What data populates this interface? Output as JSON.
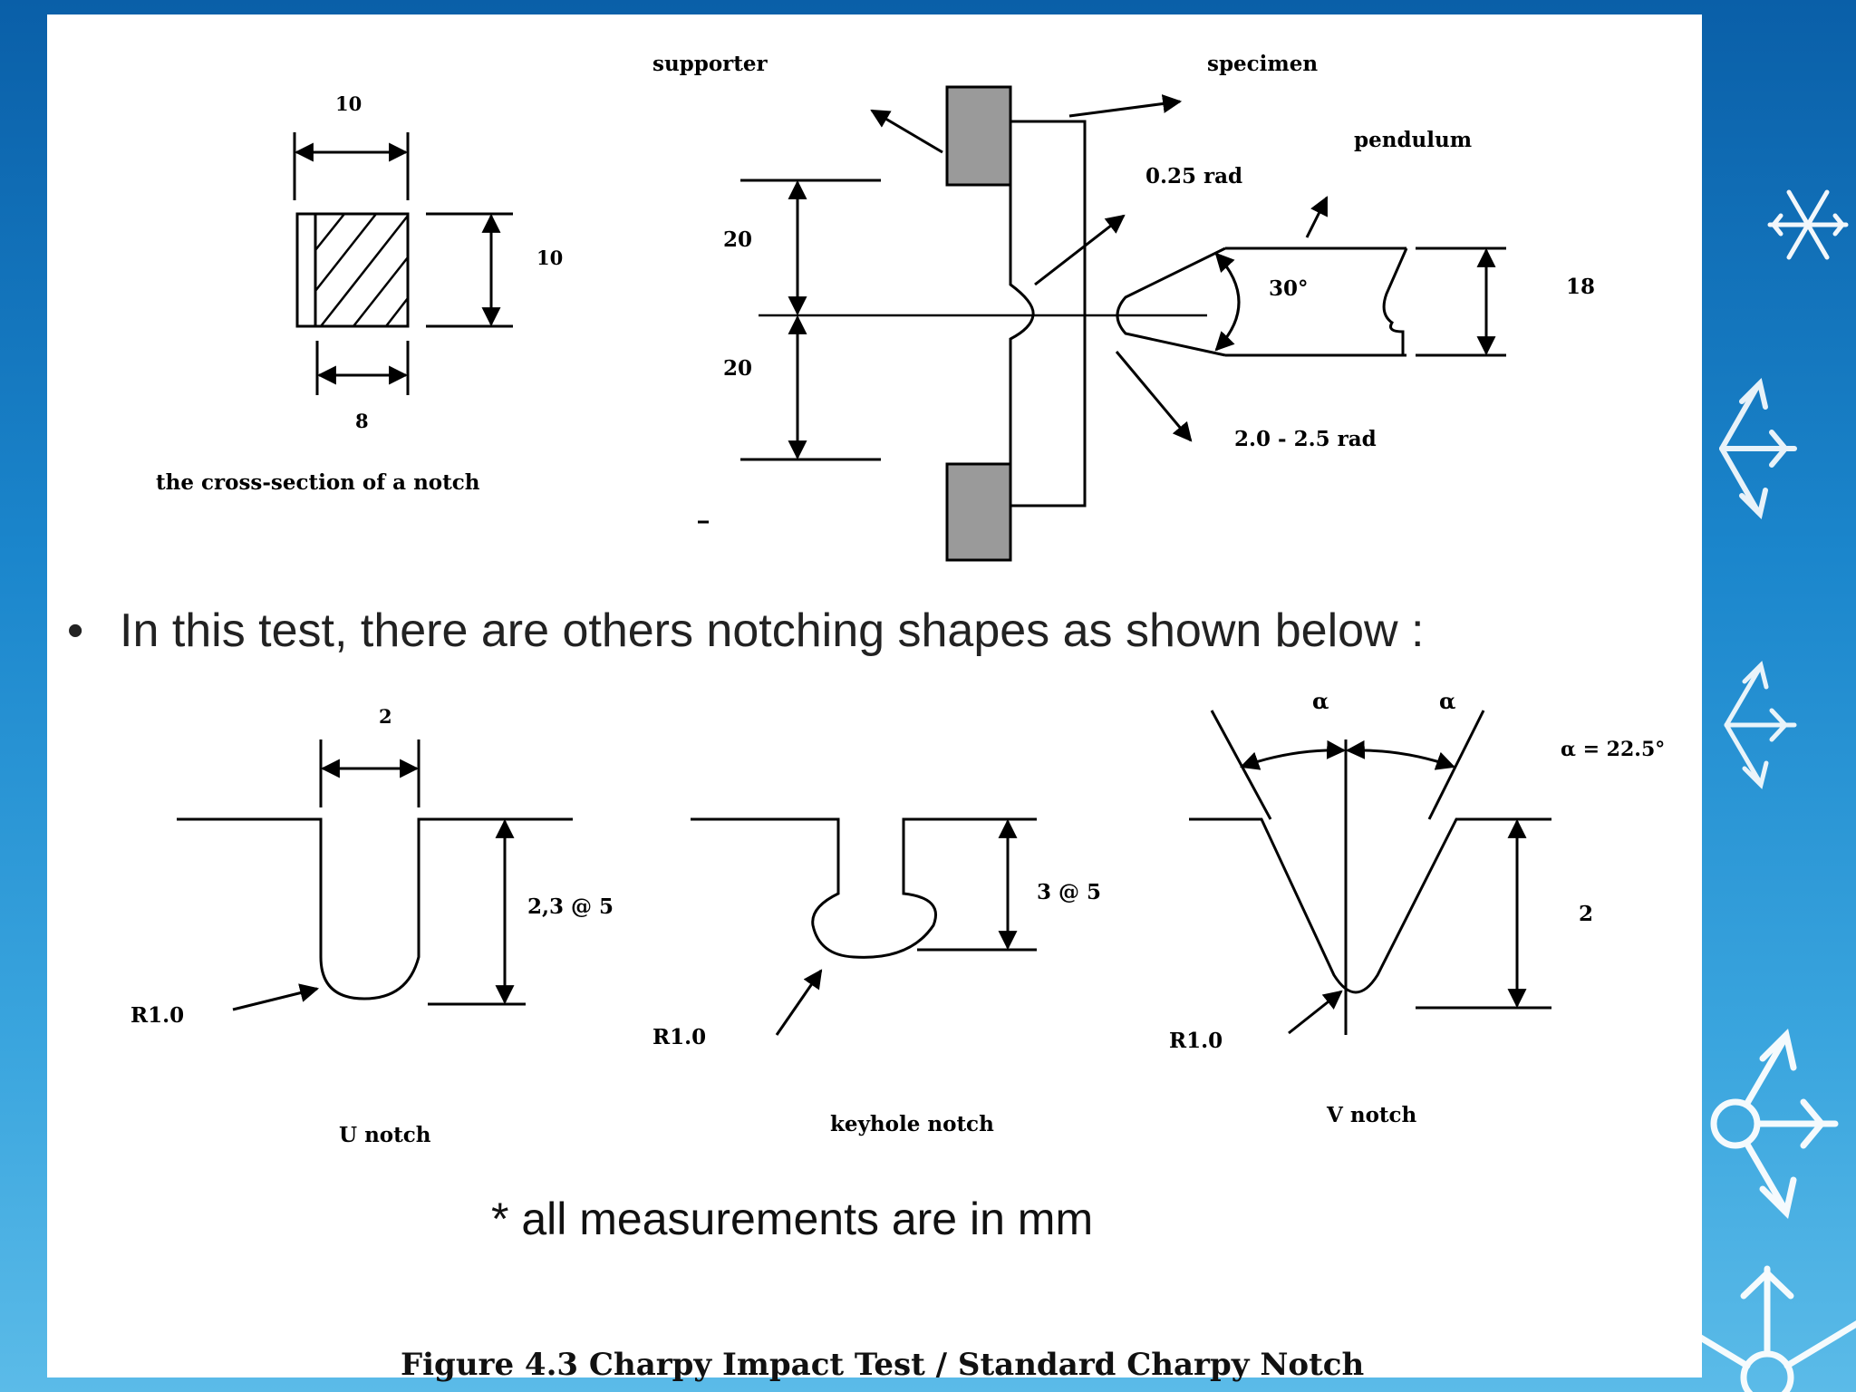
{
  "top_diagram": {
    "cross_section": {
      "dim_top": "10",
      "dim_side": "10",
      "dim_bottom": "8",
      "caption": "the cross-section of a notch"
    },
    "setup": {
      "supporter": "supporter",
      "specimen": "specimen",
      "pendulum": "pendulum",
      "notch_radius": "0.25 rad",
      "angle": "30°",
      "height": "18",
      "upper_span": "20",
      "lower_span": "20",
      "tip_radius": "2.0 - 2.5 rad"
    }
  },
  "bullet_text": "In this test, there are others notching shapes as shown below :",
  "notches": {
    "u": {
      "width": "2",
      "depth": "2,3 @ 5",
      "radius": "R1.0",
      "caption": "U notch"
    },
    "keyhole": {
      "depth": "3 @ 5",
      "radius": "R1.0",
      "caption": "keyhole notch"
    },
    "v": {
      "alpha_left": "α",
      "alpha_right": "α",
      "alpha_value": "α = 22.5°",
      "depth": "2",
      "radius": "R1.0",
      "caption": "V notch"
    }
  },
  "note": "* all measurements are in mm",
  "figure_caption": "Figure 4.3 Charpy Impact Test / Standard Charpy Notch",
  "colors": {
    "background": "#1b86cc",
    "slide": "#ffffff",
    "supporter_fill": "#9a9a9a"
  }
}
